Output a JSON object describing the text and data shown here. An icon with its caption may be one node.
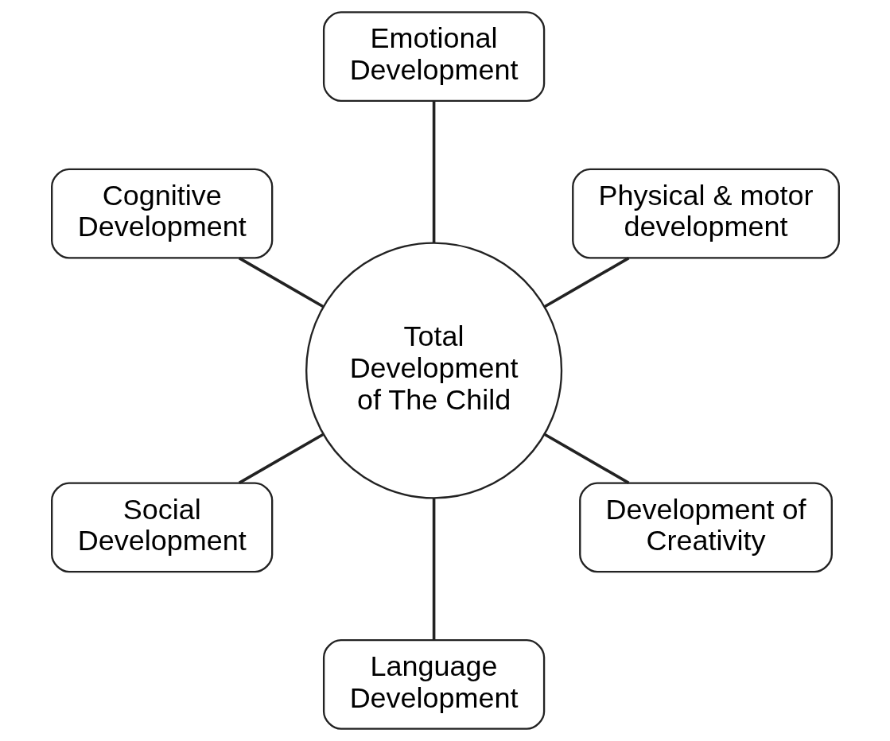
{
  "diagram": {
    "nodes": [
      {
        "text": [
          "Physical & motor development"
        ]
      },
      {
        "text": [
          "Emotional Development"
        ]
      },
      {
        "text": [
          "Cognitive Development"
        ]
      },
      {
        "text": [
          "Total Development of The Child"
        ]
      },
      {
        "text": [
          "Social Development"
        ]
      },
      {
        "text": [
          "Language Development"
        ]
      },
      {
        "text": [
          "Development of Creativity"
        ]
      }
    ],
    "edges": [
      {
        "from": 3,
        "to": 0,
        "arrow": "none"
      },
      {
        "from": 3,
        "to": 2,
        "arrow": "none"
      },
      {
        "from": 3,
        "to": 5,
        "arrow": "none"
      },
      {
        "from": 3,
        "to": 6,
        "arrow": "none"
      },
      {
        "from": 3,
        "to": 4,
        "arrow": "none"
      },
      {
        "from": 3,
        "to": 1,
        "arrow": "none"
      }
    ]
  }
}
